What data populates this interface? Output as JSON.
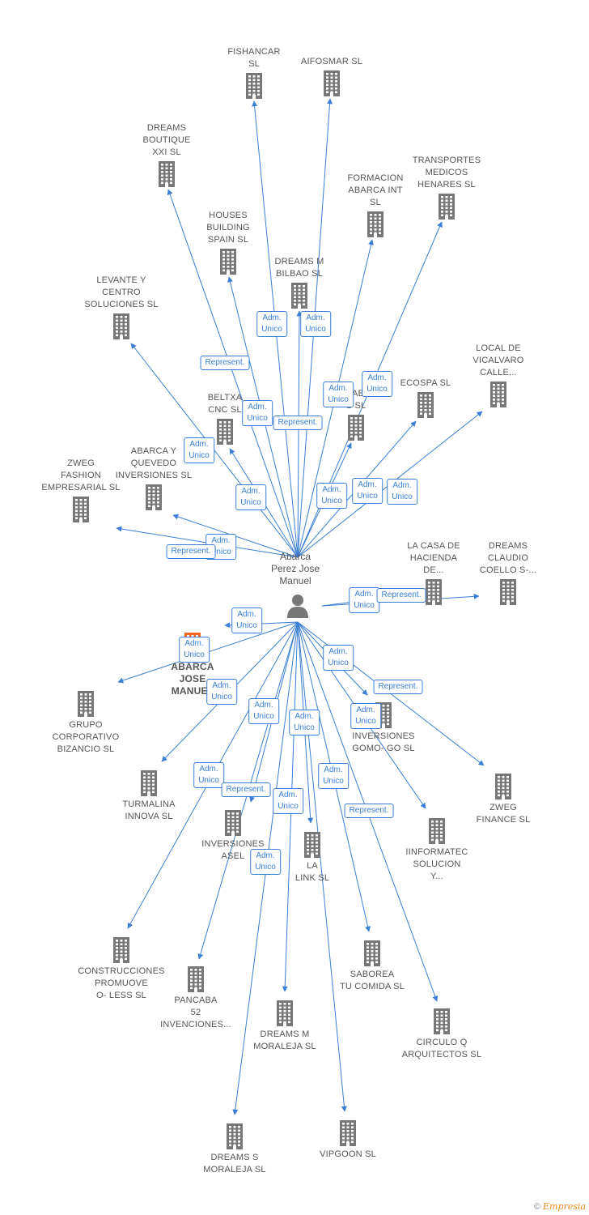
{
  "center": {
    "name_lines": [
      "Abarca",
      "Perez Jose",
      "Manuel"
    ],
    "icon": "person-icon"
  },
  "colors": {
    "edge": "#3a7fd5",
    "building": "#777777",
    "highlight_building": "#f26522",
    "text": "#555555"
  },
  "companies": [
    {
      "id": "fishancar",
      "lines": [
        "FISHANCAR",
        "SL"
      ]
    },
    {
      "id": "aifosmar",
      "lines": [
        "AIFOSMAR SL"
      ]
    },
    {
      "id": "dreams-boutique",
      "lines": [
        "DREAMS",
        "BOUTIQUE",
        "XXI SL"
      ]
    },
    {
      "id": "transportes",
      "lines": [
        "TRANSPORTES",
        "MEDICOS",
        "HENARES  SL"
      ]
    },
    {
      "id": "formacion",
      "lines": [
        "FORMACION",
        "ABARCA INT",
        "SL"
      ]
    },
    {
      "id": "houses",
      "lines": [
        "HOUSES",
        "BUILDING",
        "SPAIN SL"
      ]
    },
    {
      "id": "dreams-bilbao",
      "lines": [
        "DREAMS M",
        "BILBAO SL"
      ]
    },
    {
      "id": "levante",
      "lines": [
        "LEVANTE Y",
        "CENTRO",
        "SOLUCIONES SL"
      ]
    },
    {
      "id": "local-vicalvaro",
      "lines": [
        "LOCAL DE",
        "VICALVARO",
        "CALLE..."
      ]
    },
    {
      "id": "imaba",
      "lines": [
        "IMABA",
        "S  SL"
      ]
    },
    {
      "id": "ecospa",
      "lines": [
        "ECOSPA SL"
      ]
    },
    {
      "id": "beltxa",
      "lines": [
        "BELTXA",
        "CNC SL"
      ]
    },
    {
      "id": "abarca-quevedo",
      "lines": [
        "ABARCA Y",
        "QUEVEDO",
        "INVERSIONES SL"
      ]
    },
    {
      "id": "zweg-fashion",
      "lines": [
        "ZWEG",
        "FASHION",
        "EMPRESARIAL SL"
      ]
    },
    {
      "id": "la-casa",
      "lines": [
        "LA CASA DE",
        "HACIENDA",
        "DE..."
      ]
    },
    {
      "id": "dreams-claudio",
      "lines": [
        "DREAMS",
        "CLAUDIO",
        "COELLO S-..."
      ]
    },
    {
      "id": "abarca-jose",
      "lines": [
        "ABARCA",
        "JOSE",
        "MANUEL"
      ]
    },
    {
      "id": "bizancio",
      "lines": [
        "GRUPO",
        "CORPORATIVO",
        "BIZANCIO SL"
      ]
    },
    {
      "id": "gomo",
      "lines": [
        "INVERSIONES",
        "GOMO- GO SL"
      ]
    },
    {
      "id": "turmalina",
      "lines": [
        "TURMALINA",
        "INNOVA SL"
      ]
    },
    {
      "id": "zweg-finance",
      "lines": [
        "ZWEG",
        "FINANCE SL"
      ]
    },
    {
      "id": "asel",
      "lines": [
        "INVERSIONES",
        "ASEL"
      ]
    },
    {
      "id": "lalink",
      "lines": [
        "LA",
        "LINK SL"
      ]
    },
    {
      "id": "iinformatec",
      "lines": [
        "IINFORMATEC",
        "SOLUCION",
        "Y..."
      ]
    },
    {
      "id": "promuove",
      "lines": [
        "CONSTRUCCIONES",
        "PROMUOVE",
        "O- LESS  SL"
      ]
    },
    {
      "id": "saborea",
      "lines": [
        "SABOREA",
        "TU COMIDA  SL"
      ]
    },
    {
      "id": "pancaba",
      "lines": [
        "PANCABA",
        "52",
        "INVENCIONES..."
      ]
    },
    {
      "id": "dreams-moraleja-m",
      "lines": [
        "DREAMS M",
        "MORALEJA SL"
      ]
    },
    {
      "id": "circulo",
      "lines": [
        "CIRCULO Q",
        "ARQUITECTOS SL"
      ]
    },
    {
      "id": "vipgoon",
      "lines": [
        "VIPGOON  SL"
      ]
    },
    {
      "id": "dreams-moraleja-s",
      "lines": [
        "DREAMS S",
        "MORALEJA SL"
      ]
    }
  ],
  "edge_labels": [
    {
      "lines": [
        "Adm.",
        "Unico"
      ]
    },
    {
      "lines": [
        "Adm.",
        "Unico"
      ]
    },
    {
      "lines": [
        "Represent."
      ]
    },
    {
      "lines": [
        "Adm.",
        "Unico"
      ]
    },
    {
      "lines": [
        "Adm.",
        "Unico"
      ]
    },
    {
      "lines": [
        "Adm.",
        "Unico"
      ]
    },
    {
      "lines": [
        "Represent."
      ]
    },
    {
      "lines": [
        "Adm.",
        "Unico"
      ]
    },
    {
      "lines": [
        "Adm.",
        "Unico"
      ]
    },
    {
      "lines": [
        "Adm.",
        "Unico"
      ]
    },
    {
      "lines": [
        "Adm.",
        "Unico"
      ]
    },
    {
      "lines": [
        "Adm.",
        "Unico"
      ]
    },
    {
      "lines": [
        "Adm.",
        "Unico"
      ]
    },
    {
      "lines": [
        "Represent."
      ]
    },
    {
      "lines": [
        "Adm.",
        "Unico"
      ]
    },
    {
      "lines": [
        "Represent."
      ]
    },
    {
      "lines": [
        "Adm.",
        "Unico"
      ]
    },
    {
      "lines": [
        "Adm.",
        "Unico"
      ]
    },
    {
      "lines": [
        "Adm.",
        "Unico"
      ]
    },
    {
      "lines": [
        "Represent."
      ]
    },
    {
      "lines": [
        "Adm.",
        "Unico"
      ]
    },
    {
      "lines": [
        "Adm.",
        "Unico"
      ]
    },
    {
      "lines": [
        "Adm.",
        "Unico"
      ]
    },
    {
      "lines": [
        "Adm.",
        "Unico"
      ]
    },
    {
      "lines": [
        "Adm.",
        "Unico"
      ]
    },
    {
      "lines": [
        "Adm.",
        "Unico"
      ]
    },
    {
      "lines": [
        "Represent."
      ]
    },
    {
      "lines": [
        "Adm.",
        "Unico"
      ]
    },
    {
      "lines": [
        "Represent."
      ]
    },
    {
      "lines": [
        "Adm.",
        "Unico"
      ]
    }
  ],
  "footer": {
    "copyright": "©",
    "brand": "Empresia"
  }
}
